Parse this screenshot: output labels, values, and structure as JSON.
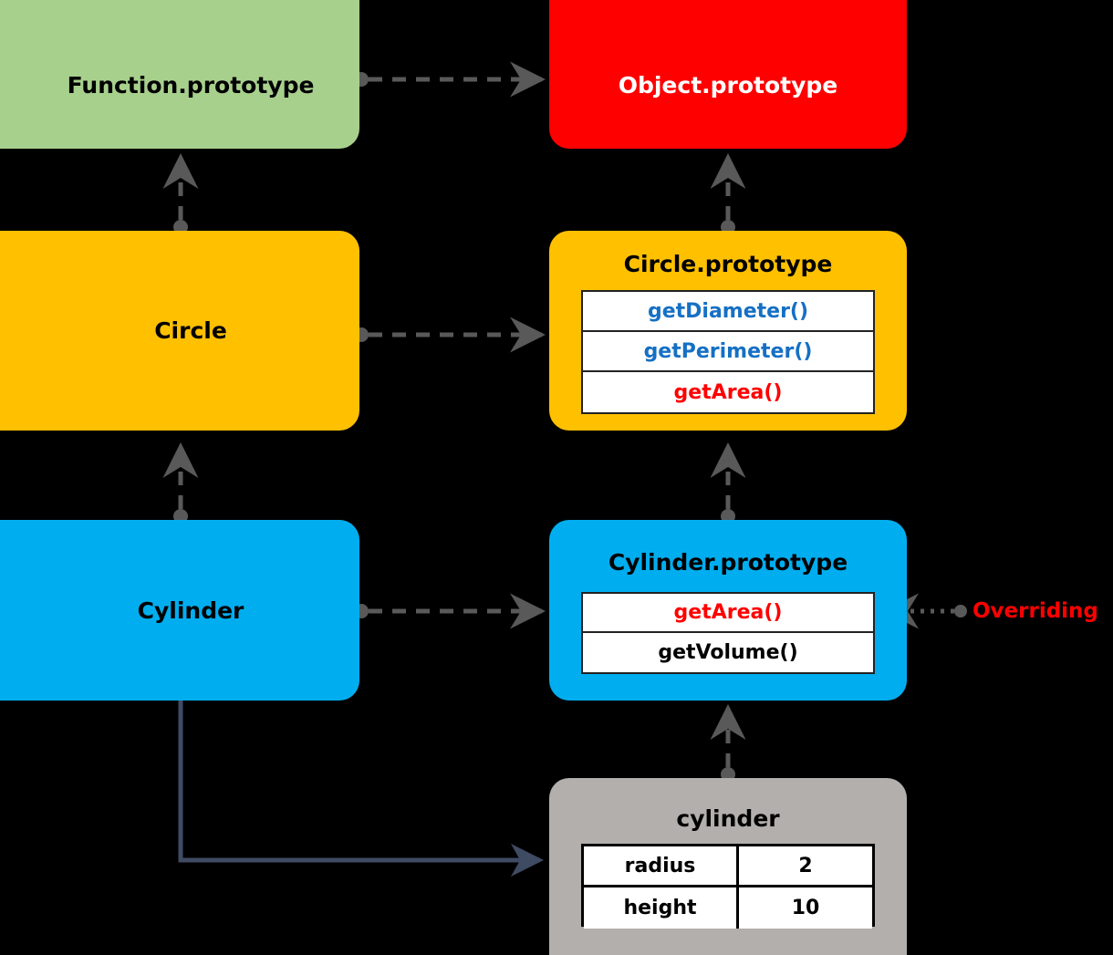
{
  "diagram": {
    "title": "JavaScript prototype chain: Circle / Cylinder",
    "background": "#000000",
    "colors": {
      "function_prototype": "#A8D08D",
      "object_prototype": "#FF0000",
      "constructor_circle": "#FFC000",
      "constructor_cylinder": "#00AEEF",
      "instance": "#B3AFAC",
      "method_blue": "#1570C4",
      "method_red": "#FF0000",
      "dashed_edge": "#595959",
      "solid_edge": "#3F4A63"
    }
  },
  "nodes": {
    "function_prototype": {
      "label": "Function.prototype"
    },
    "object_prototype": {
      "label": "Object.prototype"
    },
    "circle": {
      "label": "Circle"
    },
    "circle_prototype": {
      "label": "Circle.prototype",
      "members": [
        {
          "name": "getDiameter()",
          "color": "blue"
        },
        {
          "name": "getPerimeter()",
          "color": "blue"
        },
        {
          "name": "getArea()",
          "color": "red"
        }
      ]
    },
    "cylinder": {
      "label": "Cylinder"
    },
    "cylinder_prototype": {
      "label": "Cylinder.prototype",
      "members": [
        {
          "name": "getArea()",
          "color": "red"
        },
        {
          "name": "getVolume()",
          "color": "black"
        }
      ]
    },
    "cylinder_instance": {
      "label": "cylinder",
      "properties": [
        {
          "key": "radius",
          "value": "2"
        },
        {
          "key": "height",
          "value": "10"
        }
      ]
    }
  },
  "annotations": {
    "overriding": "Overriding"
  }
}
